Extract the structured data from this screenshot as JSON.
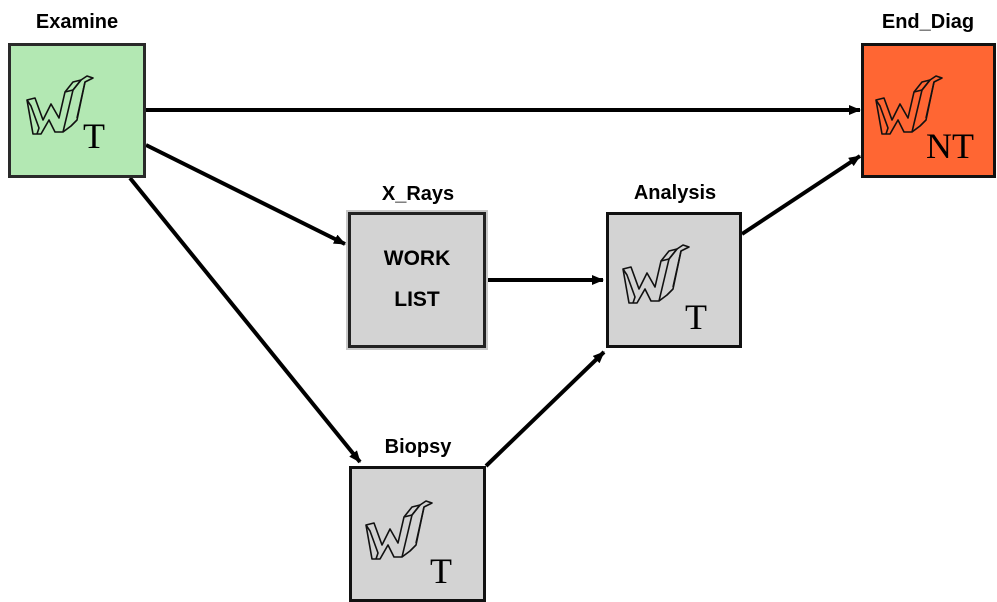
{
  "nodes": {
    "examine": {
      "label": "Examine",
      "type_label": "T",
      "fill": "#b3e8b3"
    },
    "end_diag": {
      "label": "End_Diag",
      "type_label": "NT",
      "fill": "#ff6633"
    },
    "x_rays": {
      "label": "X_Rays",
      "line1": "WORK",
      "line2": "LIST",
      "fill": "#d3d3d3"
    },
    "analysis": {
      "label": "Analysis",
      "type_label": "T",
      "fill": "#d3d3d3"
    },
    "biopsy": {
      "label": "Biopsy",
      "type_label": "T",
      "fill": "#d3d3d3"
    }
  },
  "edges": [
    {
      "from": "Examine",
      "to": "End_Diag"
    },
    {
      "from": "Examine",
      "to": "X_Rays"
    },
    {
      "from": "Examine",
      "to": "Biopsy"
    },
    {
      "from": "X_Rays",
      "to": "Analysis"
    },
    {
      "from": "Biopsy",
      "to": "Analysis"
    },
    {
      "from": "Analysis",
      "to": "End_Diag"
    }
  ],
  "colors": {
    "edge": "#000000",
    "border": "#111111"
  },
  "icons": {
    "task_icon": "workflow-w-icon"
  }
}
